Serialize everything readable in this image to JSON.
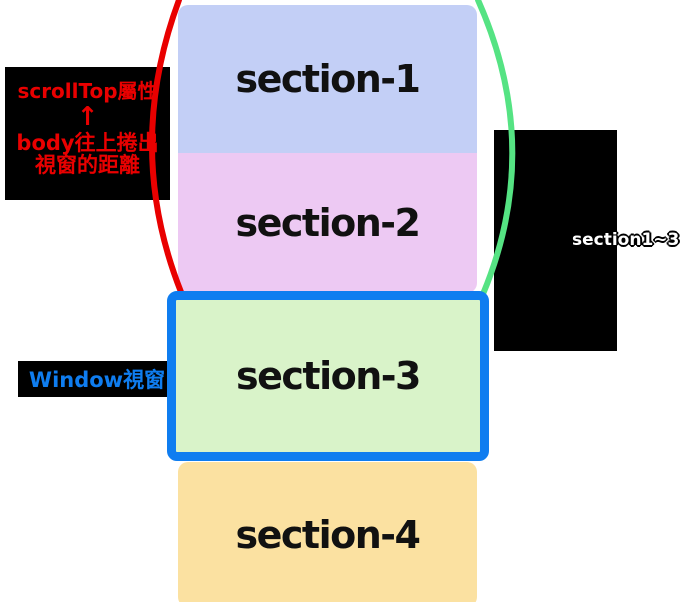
{
  "diagram": {
    "background": "#ffffff",
    "sections": [
      {
        "label": "section-1",
        "color": "#c3cff6"
      },
      {
        "label": "section-2",
        "color": "#edc9f3"
      },
      {
        "label": "section-3",
        "color": "#d9f3c9"
      },
      {
        "label": "section-4",
        "color": "#fbe1a1"
      }
    ],
    "viewport_box": {
      "border_color": "#0f7df0"
    },
    "callouts": {
      "scrolltop": {
        "title": "scrollTop屬性",
        "arrow": "↑",
        "line1": "body往上捲出",
        "line2": "視窗的距離",
        "text_color": "#e90000",
        "bg": "#000000"
      },
      "window": {
        "label": "Window視窗",
        "text_color": "#0f7df0",
        "bg": "#000000"
      },
      "right": {
        "label": "section1~3",
        "text_color": "#ffffff",
        "bg": "#000000"
      }
    },
    "brackets": {
      "left_color": "#e90000",
      "right_color": "#55e383"
    }
  }
}
